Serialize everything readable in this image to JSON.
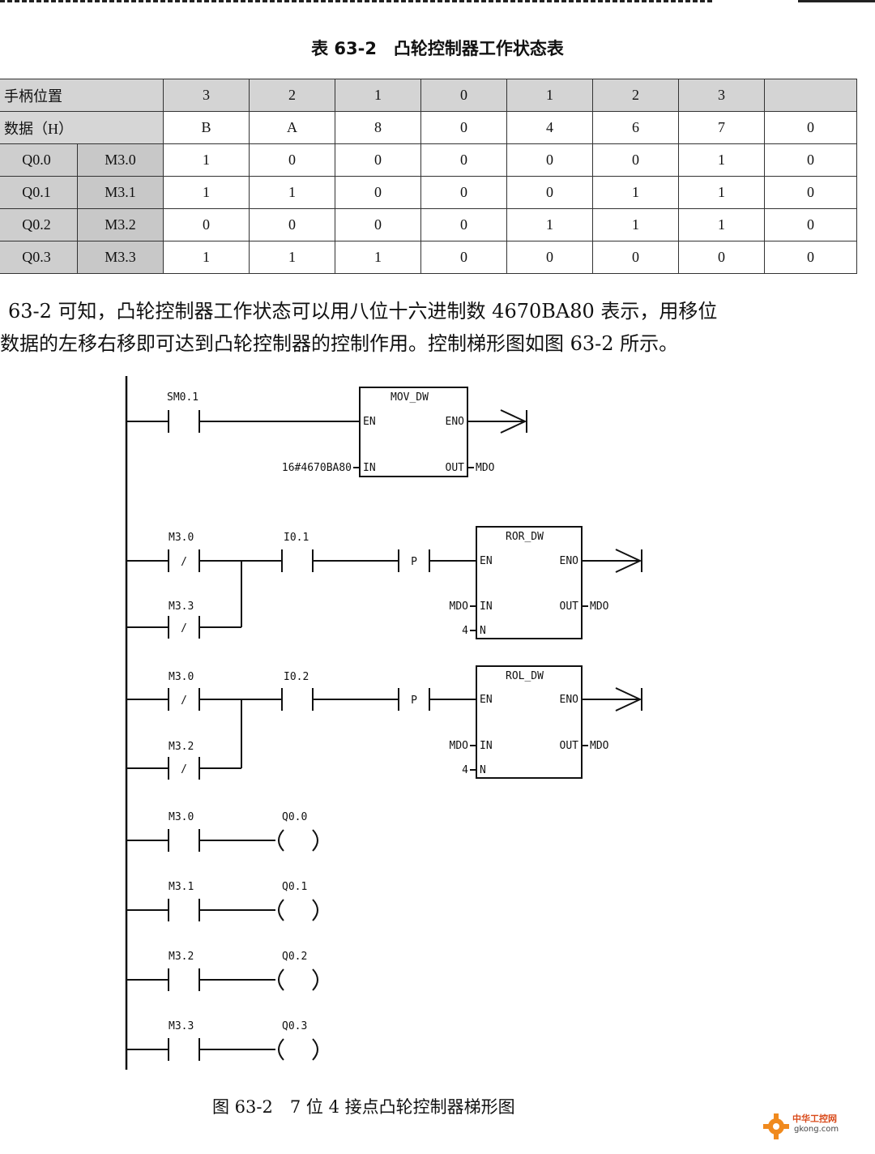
{
  "table": {
    "title": "表 63-2　凸轮控制器工作状态表",
    "header_label": "手柄位置",
    "positions": [
      "3",
      "2",
      "1",
      "0",
      "1",
      "2",
      "3",
      ""
    ],
    "data_label": "数据（H）",
    "data_values": [
      "B",
      "A",
      "8",
      "0",
      "4",
      "6",
      "7",
      "0"
    ],
    "rows": [
      {
        "q": "Q0.0",
        "m": "M3.0",
        "values": [
          "1",
          "0",
          "0",
          "0",
          "0",
          "0",
          "1",
          "0"
        ]
      },
      {
        "q": "Q0.1",
        "m": "M3.1",
        "values": [
          "1",
          "1",
          "0",
          "0",
          "0",
          "1",
          "1",
          "0"
        ]
      },
      {
        "q": "Q0.2",
        "m": "M3.2",
        "values": [
          "0",
          "0",
          "0",
          "0",
          "1",
          "1",
          "1",
          "0"
        ]
      },
      {
        "q": "Q0.3",
        "m": "M3.3",
        "values": [
          "1",
          "1",
          "1",
          "0",
          "0",
          "0",
          "0",
          "0"
        ]
      }
    ]
  },
  "paragraph": {
    "line1": "63-2 可知，凸轮控制器工作状态可以用八位十六进制数 4670BA80 表示，用移位",
    "line2": "数据的左移右移即可达到凸轮控制器的控制作用。控制梯形图如图 63-2 所示。"
  },
  "ladder": {
    "net1": {
      "contact": "SM0.1",
      "block": "MOV_DW",
      "en": "EN",
      "eno": "ENO",
      "in_label": "IN",
      "out_label": "OUT",
      "in_value": "16#4670BA80",
      "out_value": "MDO"
    },
    "net2": {
      "contact_a": "M3.0",
      "contact_b": "M3.3",
      "input": "I0.1",
      "p_label": "P",
      "block": "ROR_DW",
      "en": "EN",
      "eno": "ENO",
      "in_label": "IN",
      "out_label": "OUT",
      "n_label": "N",
      "in_value": "MDO",
      "out_value": "MDO",
      "n_value": "4"
    },
    "net3": {
      "contact_a": "M3.0",
      "contact_b": "M3.2",
      "input": "I0.2",
      "p_label": "P",
      "block": "ROL_DW",
      "en": "EN",
      "eno": "ENO",
      "in_label": "IN",
      "out_label": "OUT",
      "n_label": "N",
      "in_value": "MDO",
      "out_value": "MDO",
      "n_value": "4"
    },
    "outputs": [
      {
        "contact": "M3.0",
        "coil": "Q0.0"
      },
      {
        "contact": "M3.1",
        "coil": "Q0.1"
      },
      {
        "contact": "M3.2",
        "coil": "Q0.2"
      },
      {
        "contact": "M3.3",
        "coil": "Q0.3"
      }
    ],
    "nc_mark": "/"
  },
  "caption": "图 63-2　7 位 4 接点凸轮控制器梯形图",
  "logo": {
    "line1": "中华工控网",
    "line2": "gkong.com"
  }
}
